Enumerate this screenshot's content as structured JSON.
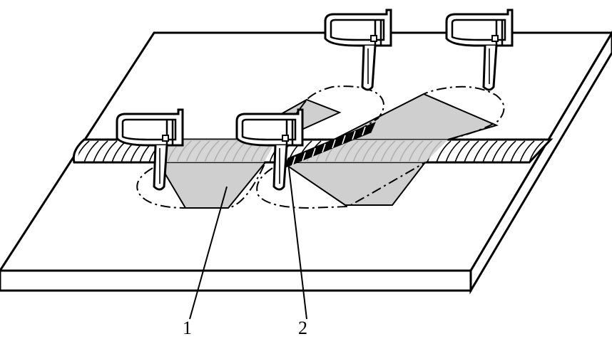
{
  "diagram": {
    "callouts": [
      {
        "id": "1",
        "text": "1"
      },
      {
        "id": "2",
        "text": "2"
      }
    ],
    "colors": {
      "line": "#000000",
      "plate": "#ffffff",
      "heated_zone": "#cfcfcf",
      "weld_seam": "#000000"
    },
    "icons": [
      "heating-torch-icon"
    ]
  }
}
